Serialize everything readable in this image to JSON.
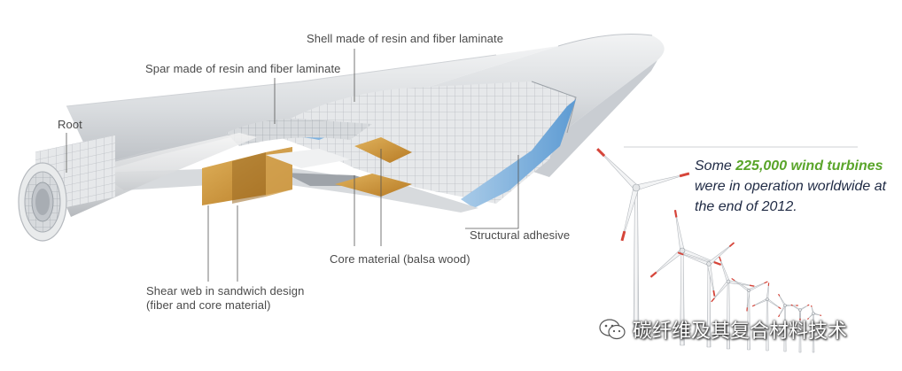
{
  "labels": {
    "shell": "Shell made of resin and fiber laminate",
    "spar": "Spar made of resin and fiber laminate",
    "root": "Root",
    "adhesive": "Structural adhesive",
    "core": "Core material (balsa wood)",
    "shear_line1": "Shear web in sandwich design",
    "shear_line2": "(fiber and core material)"
  },
  "caption": {
    "pre": "Some ",
    "highlight": "225,000 wind turbines",
    "line1_rest": "",
    "line2": "were in operation worldwide at",
    "line3": "the end of 2012."
  },
  "watermark": {
    "text": "碳纤维及其复合材料技术",
    "icon": "wechat-icon"
  },
  "colors": {
    "highlight": "#5aa52b",
    "caption_text": "#1f2a44",
    "balsa": "#c8923a",
    "adhesive": "#7fb2df",
    "turbine_tip": "#d6453a"
  }
}
